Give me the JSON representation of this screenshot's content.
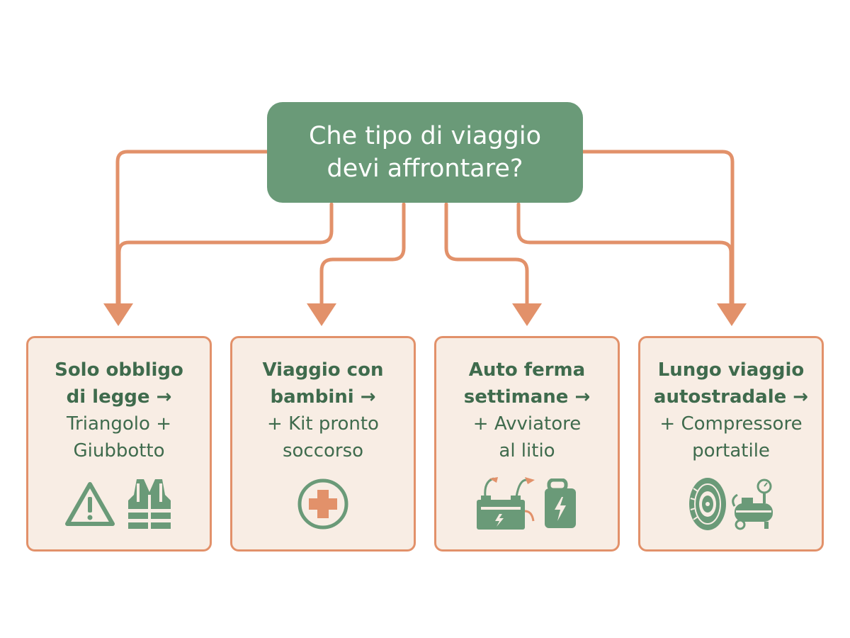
{
  "question": {
    "text": "Che tipo di viaggio\ndevi affrontare?"
  },
  "options": [
    {
      "line1": "Solo obbligo",
      "line2": "di legge →",
      "line3": "Triangolo +",
      "line4": "Giubbotto",
      "icons": [
        "warning-triangle-icon",
        "safety-vest-icon"
      ]
    },
    {
      "line1": "Viaggio con",
      "line2": "bambini →",
      "line3": "+ Kit pronto",
      "line4": "soccorso",
      "icons": [
        "first-aid-cross-icon"
      ]
    },
    {
      "line1": "Auto ferma",
      "line2": "settimane →",
      "line3": "+ Avviatore",
      "line4": "al litio",
      "icons": [
        "car-battery-icon",
        "jump-starter-icon"
      ]
    },
    {
      "line1": "Lungo viaggio",
      "line2": "autostradale →",
      "line3": "+ Compressore",
      "line4": "portatile",
      "icons": [
        "tire-icon",
        "air-compressor-icon"
      ]
    }
  ],
  "colors": {
    "question_fill": "#6a9a78",
    "arrow": "#e2916a",
    "box_fill": "#f8ede4",
    "box_border": "#e2916a",
    "text": "#3f6b4d",
    "icon": "#6a9a78",
    "icon_accent": "#e2916a"
  }
}
